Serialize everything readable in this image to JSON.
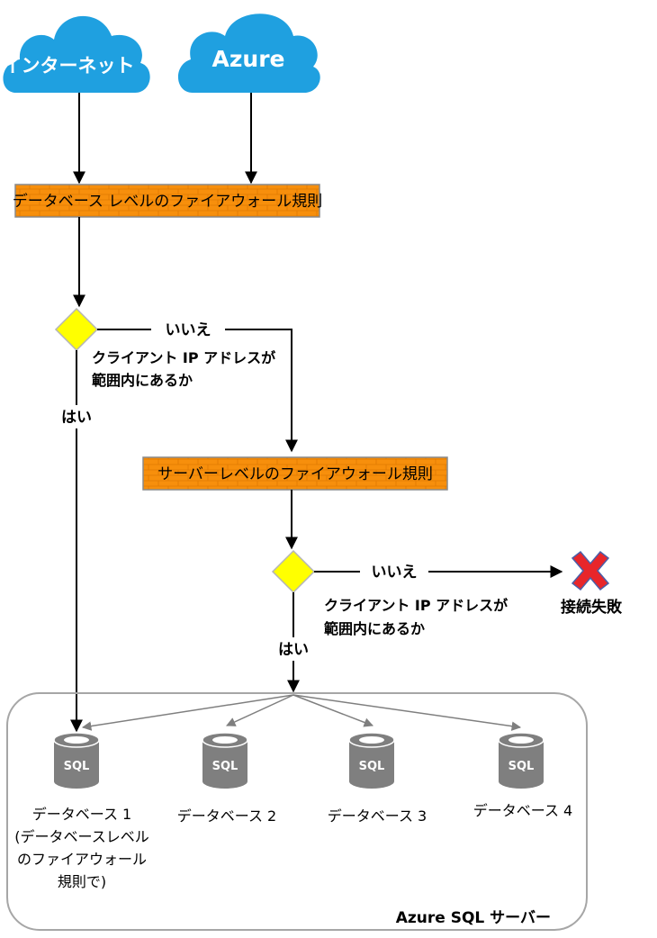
{
  "sources": {
    "internet": "インターネット",
    "azure": "Azure"
  },
  "firewalls": {
    "database_level": "データベース レベルのファイアウォール規則",
    "server_level": "サーバーレベルのファイアウォール規則"
  },
  "decisions": {
    "first": {
      "question_line1": "クライアント IP アドレスが",
      "question_line2": "範囲内にあるか",
      "no": "いいえ",
      "yes": "はい"
    },
    "second": {
      "question_line1": "クライアント IP アドレスが",
      "question_line2": "範囲内にあるか",
      "no": "いいえ",
      "yes": "はい"
    }
  },
  "failure": {
    "label": "接続失敗"
  },
  "server": {
    "label": "Azure SQL サーバー",
    "databases": [
      {
        "icon_text": "SQL",
        "name": "データベース 1",
        "note_lines": [
          "(データベースレベル",
          "のファイアウォール",
          "規則で)"
        ]
      },
      {
        "icon_text": "SQL",
        "name": "データベース 2",
        "note_lines": []
      },
      {
        "icon_text": "SQL",
        "name": "データベース 3",
        "note_lines": []
      },
      {
        "icon_text": "SQL",
        "name": "データベース 4",
        "note_lines": []
      }
    ]
  },
  "colors": {
    "cloud": "#1fa0e0",
    "firewall": "#f78f0c",
    "firewall_border": "#8a8a8a",
    "decision": "#ffff00",
    "database": "#7f7f7f",
    "failure": "#e8262a",
    "server_border": "#a6a6a6",
    "arrow": "#000000"
  }
}
